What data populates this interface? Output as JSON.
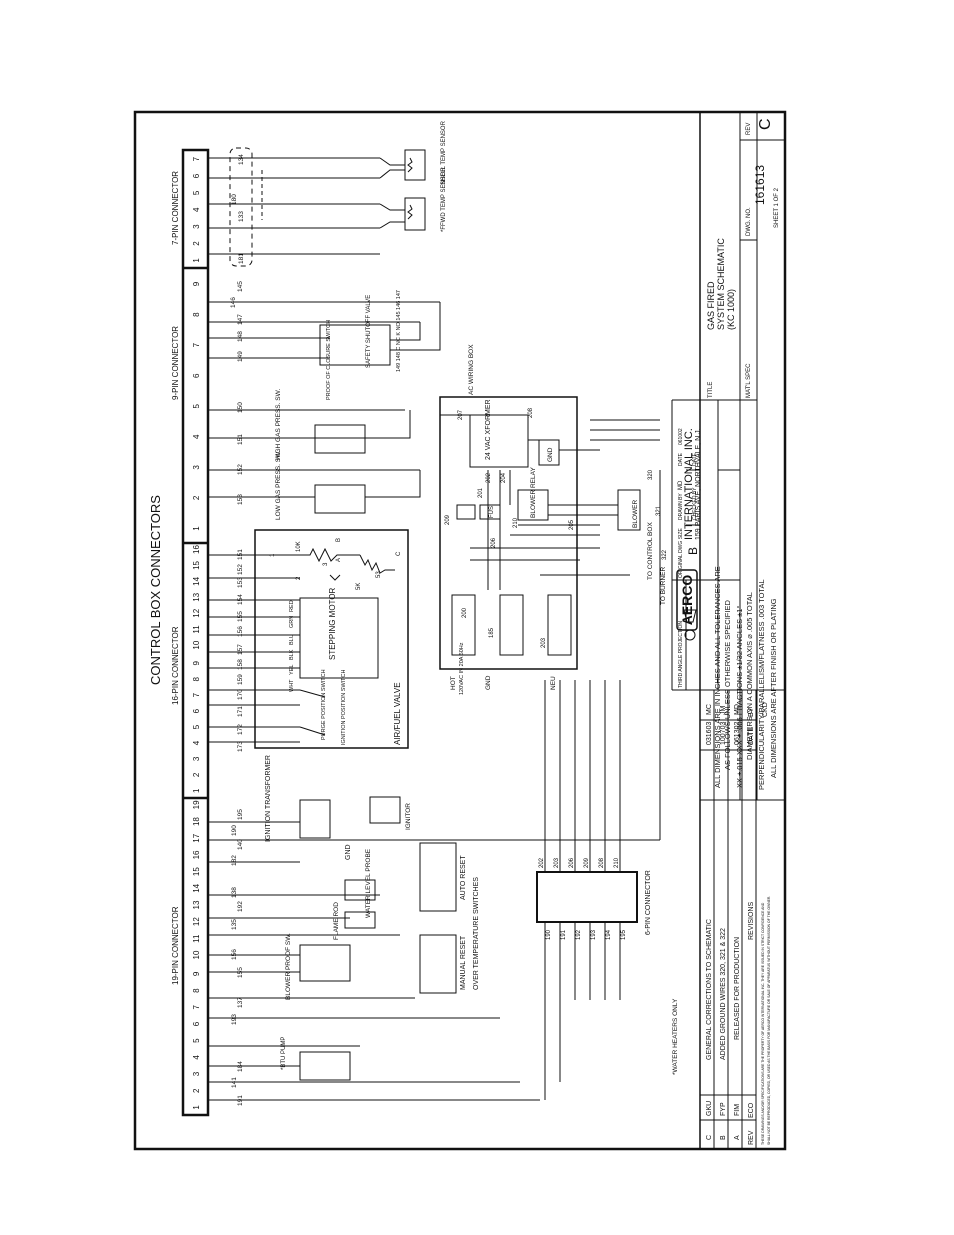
{
  "title": "CONTROL BOX CONNECTORS",
  "connectors": {
    "c7": {
      "label": "7-PIN CONNECTOR",
      "pins": [
        "7",
        "6",
        "5",
        "4",
        "3",
        "2",
        "1"
      ]
    },
    "c9": {
      "label": "9-PIN CONNECTOR",
      "pins": [
        "9",
        "8",
        "7",
        "6",
        "5",
        "4",
        "3",
        "2",
        "1"
      ]
    },
    "c16": {
      "label": "16-PIN CONNECTOR",
      "pins": [
        "16",
        "15",
        "14",
        "13",
        "12",
        "11",
        "10",
        "9",
        "8",
        "7",
        "6",
        "5",
        "4",
        "3",
        "2",
        "1"
      ]
    },
    "c19": {
      "label": "19-PIN CONNECTOR",
      "pins": [
        "19",
        "18",
        "17",
        "16",
        "15",
        "14",
        "13",
        "12",
        "11",
        "10",
        "9",
        "8",
        "7",
        "6",
        "5",
        "4",
        "3",
        "2",
        "1"
      ]
    },
    "c6": {
      "label": "6-PIN CONNECTOR"
    }
  },
  "wires": {
    "w7": [
      "181",
      "133",
      "180",
      "134"
    ],
    "w9": [
      "153",
      "152",
      "151",
      "150",
      "149",
      "148",
      "147",
      "146",
      "145"
    ],
    "w16": [
      "173",
      "172",
      "171",
      "170",
      "159",
      "158",
      "157",
      "156",
      "155",
      "154",
      "153",
      "152",
      "151"
    ],
    "w19": [
      "191",
      "141",
      "184",
      "193",
      "137",
      "155",
      "156",
      "135",
      "192",
      "138",
      "182",
      "140",
      "190",
      "195"
    ],
    "w6": [
      "190",
      "191",
      "192",
      "193",
      "194",
      "195",
      "202",
      "203",
      "206",
      "209",
      "208",
      "210"
    ]
  },
  "sensors": {
    "shell": "SHELL TEMP SENSOR",
    "ffwd": "*FFWD TEMP SENSOR"
  },
  "valve": {
    "safety": "SAFETY SHUTOFF VALVE",
    "poc": "PROOF OF CLOSURE SWITCH",
    "terms": "149 148 C NC K NO 145 146 147",
    "high_sw": "HIGH GAS PRESS. SW.",
    "low_sw": "LOW GAS PRESS. SW."
  },
  "airfuel": {
    "title": "AIR/FUEL VALVE",
    "motor": "STEPPING MOTOR",
    "colors": [
      "RED",
      "GRN",
      "BLU",
      "BLK",
      "YEL",
      "WHT"
    ],
    "purge": "PURGE POSITION SWITCH",
    "ignition": "IGNITION POSITION SWITCH",
    "pot": [
      "10K",
      "5K",
      "A",
      "B",
      "C",
      "1",
      "2",
      "3",
      "53"
    ]
  },
  "ac_box": {
    "title": "AC WIRING BOX",
    "xformer": "24 VAC XFORMER",
    "relay": "BLOWER RELAY",
    "blower": "BLOWER",
    "gnd": "GND",
    "fus": "FUS",
    "hot": "HOT",
    "supply": "120VAC IN 20A 60Hz",
    "neu": "NEU",
    "nums": [
      "207",
      "208",
      "209",
      "201",
      "202",
      "204",
      "210",
      "205",
      "206",
      "200",
      "185",
      "203",
      "320",
      "321",
      "322"
    ]
  },
  "bottom_parts": {
    "ign_xfmr": "IGNITION TRANSFORMER",
    "ignitor": "IGNITOR",
    "gnd": "GND",
    "water": "WATER LEVEL PROBE",
    "flame": "FLAME ROD",
    "blower_sw": "BLOWER PROOF SW.",
    "manual": "MANUAL RESET",
    "auto": "AUTO RESET",
    "over_temp": "OVER TEMPERATURE SWITCHES",
    "btu": "*BTU PUMP",
    "water_only": "*WATER HEATERS ONLY",
    "to_control": "TO CONTROL BOX",
    "to_burner": "TO BURNER"
  },
  "titleblock": {
    "company": "INTERNATIONAL INC.",
    "address": "159 PARIS AVE, NORTHVALE, N.J.",
    "brand": "AERCO",
    "title_hdr": "TITLE",
    "title1": "GAS FIRED",
    "title2": "SYSTEM SCHEMATIC",
    "title3": "(KC 1000)",
    "matl": "MAT'L SPEC",
    "dwg_hdr": "DWG. NO.",
    "dwg": "161613",
    "sheet": "SHEET 1 OF 2",
    "rev_hdr": "REV",
    "rev": "C",
    "proj": "THIRD ANGLE PROJECTION",
    "orig_hdr": "ORIGINAL DWG SIZE",
    "orig": "B",
    "drawn": "DRAWN BY",
    "drawn_val": "MD",
    "date_hdr": "DATE",
    "date_val": "061002",
    "checked": "CHECKED BY",
    "notes": [
      "ALL DIMENSIONS ARE IN INCHES AND ALL TOLERANCES ARE",
      "AS FOLLOWS UNLESS OTHERWISE SPECIFIED",
      "XX ±.015 XXX ± .005 FRACTIONS ±1/32 ANGLES ±1°",
      "DIAMETERS ON A COMMON AXIS ⌀ .005 TOTAL",
      "PERPENDICULARITY/PARALLELISM/FLATNESS .003 TOTAL",
      "ALL DIMENSIONS ARE AFTER FINISH OR PLATING"
    ],
    "revisions": [
      {
        "rev": "C",
        "eco": "GKU",
        "desc": "GENERAL CORRECTIONS TO SCHEMATIC",
        "date": "031603",
        "by": "MC"
      },
      {
        "rev": "B",
        "eco": "FYP",
        "desc": "ADDED GROUND WIRES 320, 321 & 322",
        "date": "100703",
        "by": "JM"
      },
      {
        "rev": "A",
        "eco": "FIM",
        "desc": "RELEASED FOR PRODUCTION",
        "date": "061302",
        "by": "MD"
      }
    ],
    "rev_headers": {
      "rev": "REV",
      "eco": "ECO",
      "desc": "REVISIONS",
      "date": "DATE",
      "by": "BY",
      "ckd": "CKD"
    },
    "proprietary1": "THESE DRAWINGS AND/OR SPECIFICATIONS ARE THE PROPERTY OF AERCO INTERNATIONAL INC. THEY ARE ISSUED IN STRICT CONFIDENCE AND",
    "proprietary2": "SHALL NOT BE REPRODUCED, COPIED, OR USED AS THE BASIS FOR MANUFACTURE OR SALE OF APPARATUS WITHOUT PERMISSION OF THE OWNER."
  }
}
